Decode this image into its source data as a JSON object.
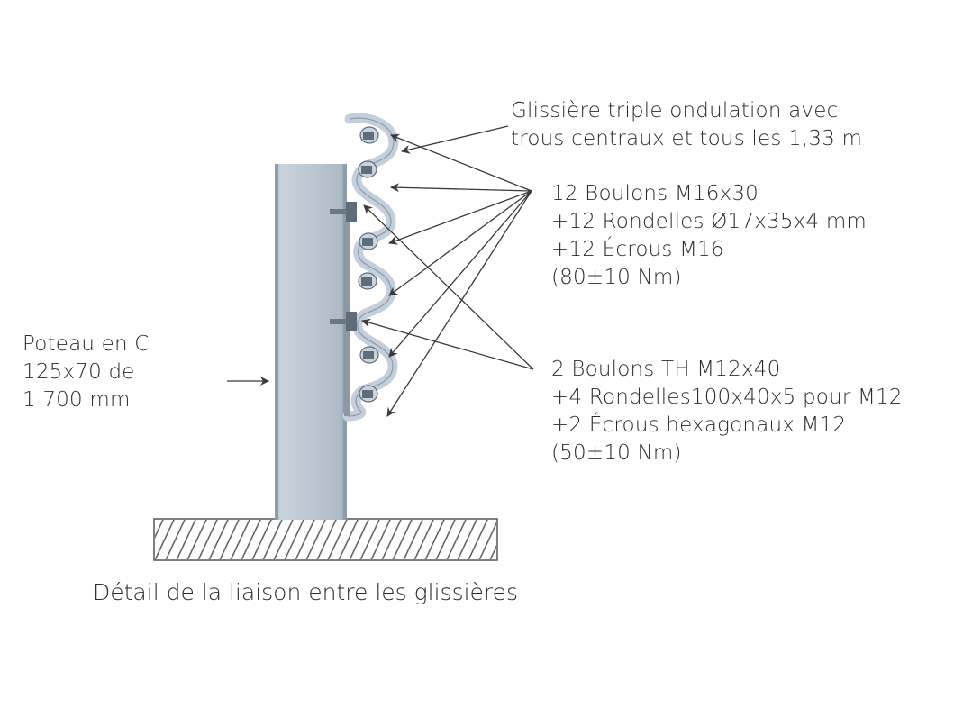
{
  "labels": {
    "glissiere": {
      "line1": "Glissière triple ondulation avec",
      "line2": "trous centraux et tous les 1,33 m"
    },
    "bolts_m16": {
      "line1": "12 Boulons M16x30",
      "line2": "+12 Rondelles Ø17x35x4 mm",
      "line3": "+12 Écrous M16",
      "line4": "(80±10 Nm)"
    },
    "bolts_m12": {
      "line1": "2 Boulons TH M12x40",
      "line2": "+4 Rondelles100x40x5 pour M12",
      "line3": "+2 Écrous hexagonaux M12",
      "line4": "(50±10 Nm)"
    },
    "poteau": {
      "line1": "Poteau en C",
      "line2": "125x70 de",
      "line3": "1 700 mm"
    }
  },
  "caption": "Détail de la liaison entre les glissières",
  "colors": {
    "post": "#b9c6d2",
    "rail": "#c3cfdb",
    "bolt": "#5f6d7a",
    "arrow": "#3a3a3a",
    "ground_hatch": "#555555"
  }
}
